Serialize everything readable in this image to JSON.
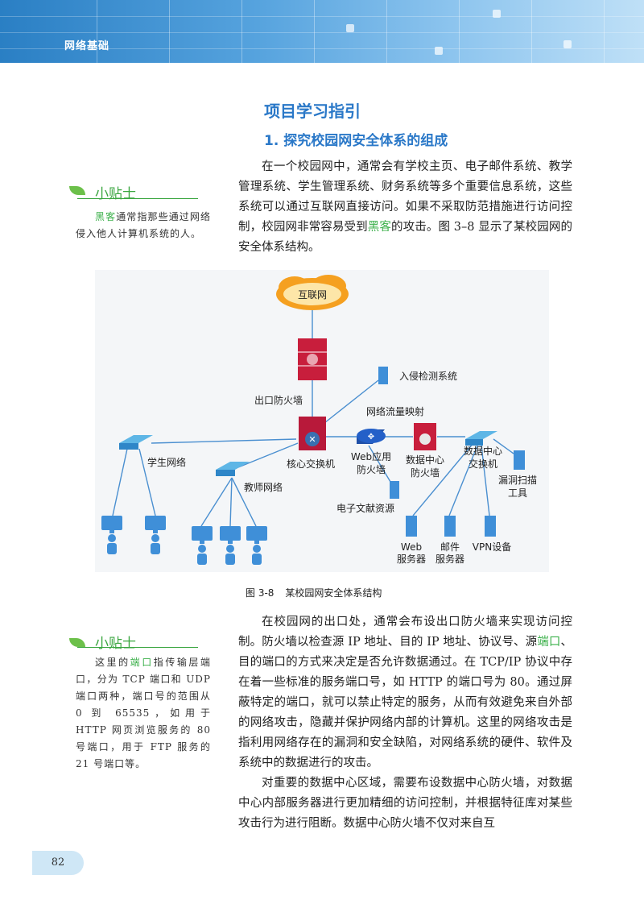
{
  "header": {
    "section": "网络基础"
  },
  "heading": "项目学习指引",
  "subheading": "1. 探究校园网安全体系的组成",
  "para1": {
    "t1": "在一个校园网中，通常会有学校主页、电子邮件系统、教学管理系统、学生管理系统、财务系统等多个重要信息系统，这些系统可以通过互联网直接访问。如果不采取防范措施进行访问控制，校园网非常容易受到",
    "k1": "黑客",
    "t2": "的攻击。图 3–8 显示了某校园网的安全体系结构。"
  },
  "tip1": {
    "title": "小贴士",
    "k": "黑客",
    "text": "通常指那些通过网络侵入他人计算机系统的人。"
  },
  "figure": {
    "labels": {
      "internet": "互联网",
      "ids": "入侵检测系统",
      "exit_fw": "出口防火墙",
      "flow": "网络流量映射",
      "core": "核心交换机",
      "student": "学生网络",
      "teacher": "教师网络",
      "waf_1": "Web应用",
      "waf_2": "防火墙",
      "dcfw_1": "数据中心",
      "dcfw_2": "防火墙",
      "dcsw_1": "数据中心",
      "dcsw_2": "交换机",
      "scan_1": "漏洞扫描",
      "scan_2": "工具",
      "edoc": "电子文献资源",
      "web_1": "Web",
      "web_2": "服务器",
      "mail_1": "邮件",
      "mail_2": "服务器",
      "vpn": "VPN设备"
    },
    "caption_num": "图 3-8",
    "caption_text": "某校园网安全体系结构"
  },
  "tip2": {
    "title": "小贴士",
    "t1": "这里的",
    "k": "端口",
    "t2": "指传输层端口，分为 TCP 端口和 UDP 端口两种，端口号的范围从 0 到 65535，如用于 HTTP 网页浏览服务的 80 号端口，用于 FTP 服务的 21 号端口等。"
  },
  "para2": {
    "t1": "在校园网的出口处，通常会布设出口防火墙来实现访问控制。防火墙以检查源 IP 地址、目的 IP 地址、协议号、源",
    "k": "端口",
    "t2": "、目的端口的方式来决定是否允许数据通过。在 TCP/IP 协议中存在着一些标准的服务端口号，如 HTTP 的端口号为 80。通过屏蔽特定的端口，就可以禁止特定的服务，从而有效避免来自外部的网络攻击，隐藏并保护网络内部的计算机。这里的网络攻击是指利用网络存在的漏洞和安全缺陷，对网络系统的硬件、软件及系统中的数据进行的攻击。"
  },
  "para3": "对重要的数据中心区域，需要布设数据中心防火墙，对数据中心内部服务器进行更加精细的访问控制，并根据特征库对某些攻击行为进行阻断。数据中心防火墙不仅对来自互",
  "page_number": "82",
  "colors": {
    "accent_blue": "#2a78c8",
    "keyword_green": "#3bb04a",
    "banner_blue": "#4f9fde"
  }
}
